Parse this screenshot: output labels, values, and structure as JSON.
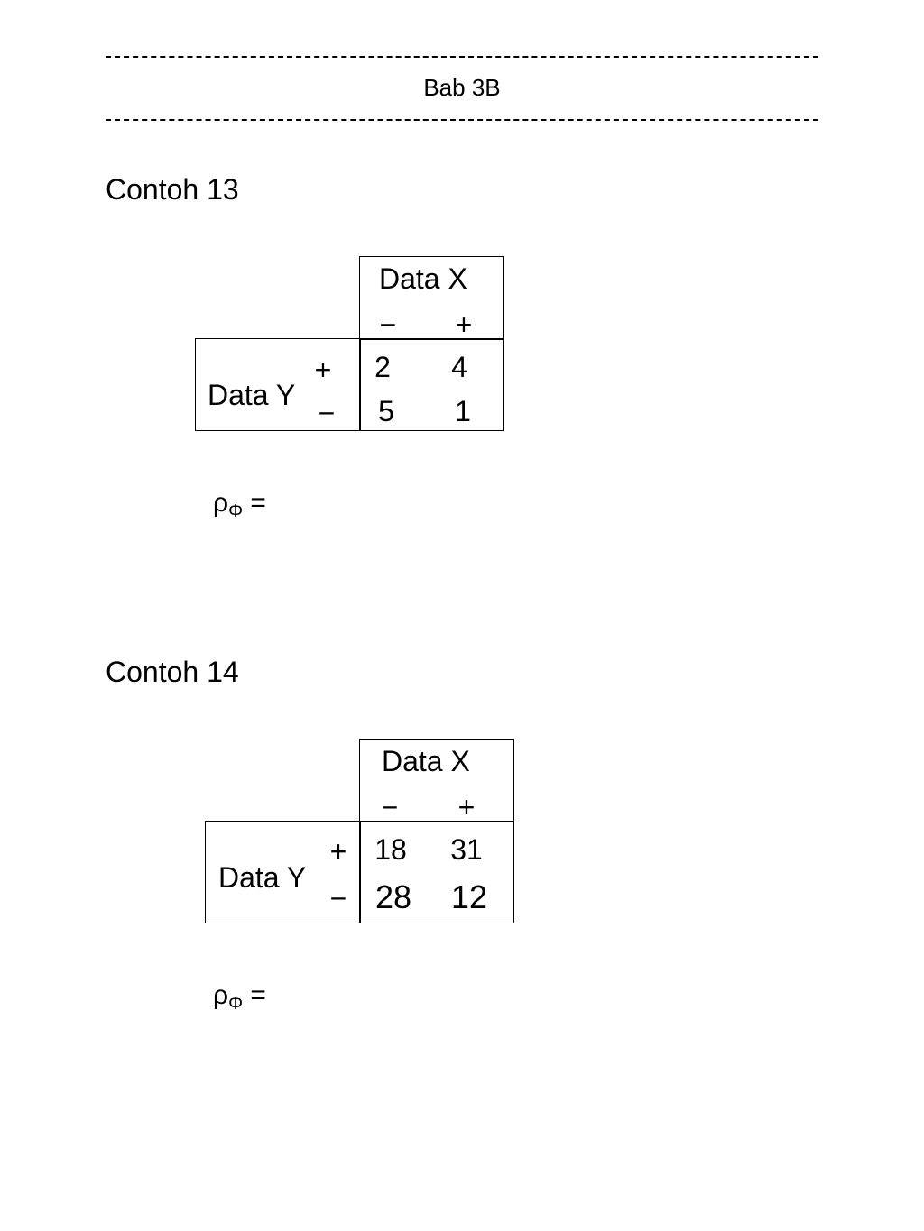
{
  "header": {
    "rule_top": "-------------------------------------------------------------------------------",
    "chapter": "Bab 3B",
    "rule_bottom": "-------------------------------------------------------------------------------"
  },
  "examples": [
    {
      "title": "Contoh 13",
      "col_header": "Data X",
      "col_minus": "−",
      "col_plus": "+",
      "row_header": "Data Y",
      "row_plus": "+",
      "row_minus": "−",
      "cells": {
        "plus_minus": "2",
        "plus_plus": "4",
        "minus_minus": "5",
        "minus_plus": "1"
      },
      "formula_rho": "ρ",
      "formula_sub": "Φ",
      "formula_eq": " ="
    },
    {
      "title": "Contoh 14",
      "col_header": "Data X",
      "col_minus": "−",
      "col_plus": "+",
      "row_header": "Data Y",
      "row_plus": "+",
      "row_minus": "−",
      "cells": {
        "plus_minus": "18",
        "plus_plus": "31",
        "minus_minus": "28",
        "minus_plus": "12"
      },
      "formula_rho": "ρ",
      "formula_sub": "Φ",
      "formula_eq": " ="
    }
  ]
}
